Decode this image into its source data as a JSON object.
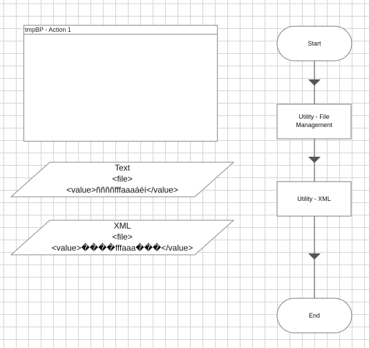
{
  "block": {
    "title": "tmpBP - Action 1"
  },
  "data_items": [
    {
      "lines": [
        "Text",
        "<file>",
        "<value>ññññfffaaaáéí</value>"
      ]
    },
    {
      "lines": [
        "XML",
        "<file>",
        "<value>����fffaaa���</value>"
      ]
    }
  ],
  "flow": {
    "start_label": "Start",
    "stage1_label": "Utility - File Management",
    "stage2_label": "Utility - XML",
    "end_label": "End"
  },
  "colors": {
    "grid": "#d4d4d4",
    "stroke": "#7a7a7a",
    "arrow": "#555555"
  }
}
